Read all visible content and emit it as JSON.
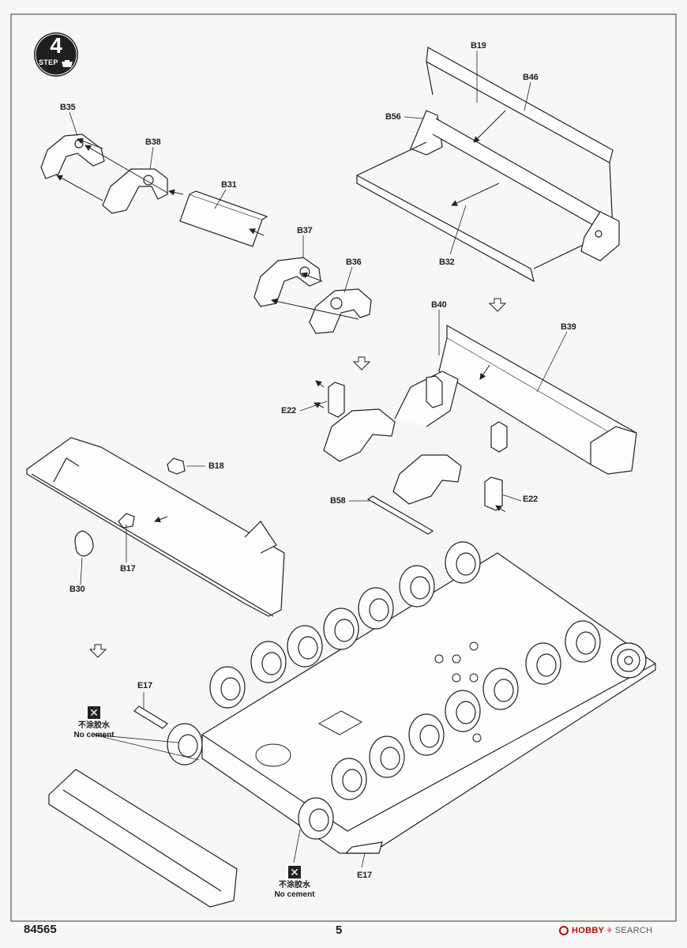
{
  "step": {
    "number": "4",
    "word": "STEP"
  },
  "labels": {
    "B35": "B35",
    "B38": "B38",
    "B31": "B31",
    "B37": "B37",
    "B36": "B36",
    "B19": "B19",
    "B46": "B46",
    "B56": "B56",
    "B32": "B32",
    "B40": "B40",
    "B39": "B39",
    "E22_left": "E22",
    "E22_right": "E22",
    "B58": "B58",
    "B18": "B18",
    "B17": "B17",
    "B30": "B30",
    "E17_top": "E17",
    "E17_bottom": "E17"
  },
  "no_cement": {
    "chinese": "不涂胶水",
    "english": "No cement",
    "icon": "cross-box-icon"
  },
  "footer": {
    "product_code": "84565",
    "page_number": "5"
  },
  "watermark": {
    "brand": "HOBBY",
    "suffix": "SEARCH",
    "reg": "®",
    "color": "#a11111"
  }
}
